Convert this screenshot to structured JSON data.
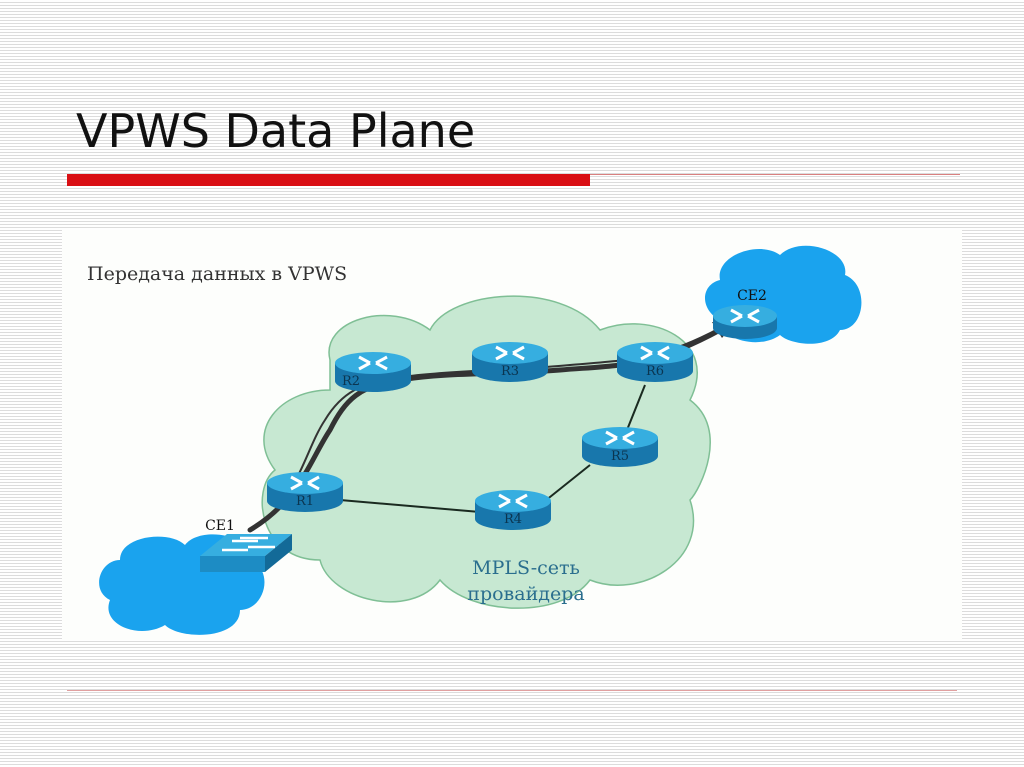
{
  "slide": {
    "title": "VPWS Data Plane"
  },
  "diagram": {
    "caption": "Передача данных в VPWS",
    "network_label_line1": "MPLS-сеть",
    "network_label_line2": "провайдера",
    "nodes": {
      "R1": "R1",
      "R2": "R2",
      "R3": "R3",
      "R4": "R4",
      "R5": "R5",
      "R6": "R6",
      "CE1": "CE1",
      "CE2": "CE2"
    },
    "colors": {
      "router": "#1d8cc4",
      "router_top": "#36aee0",
      "cloud_mpls": "#c7e8d2",
      "cloud_customer": "#1aa3ee",
      "accent": "#d90f14"
    }
  }
}
